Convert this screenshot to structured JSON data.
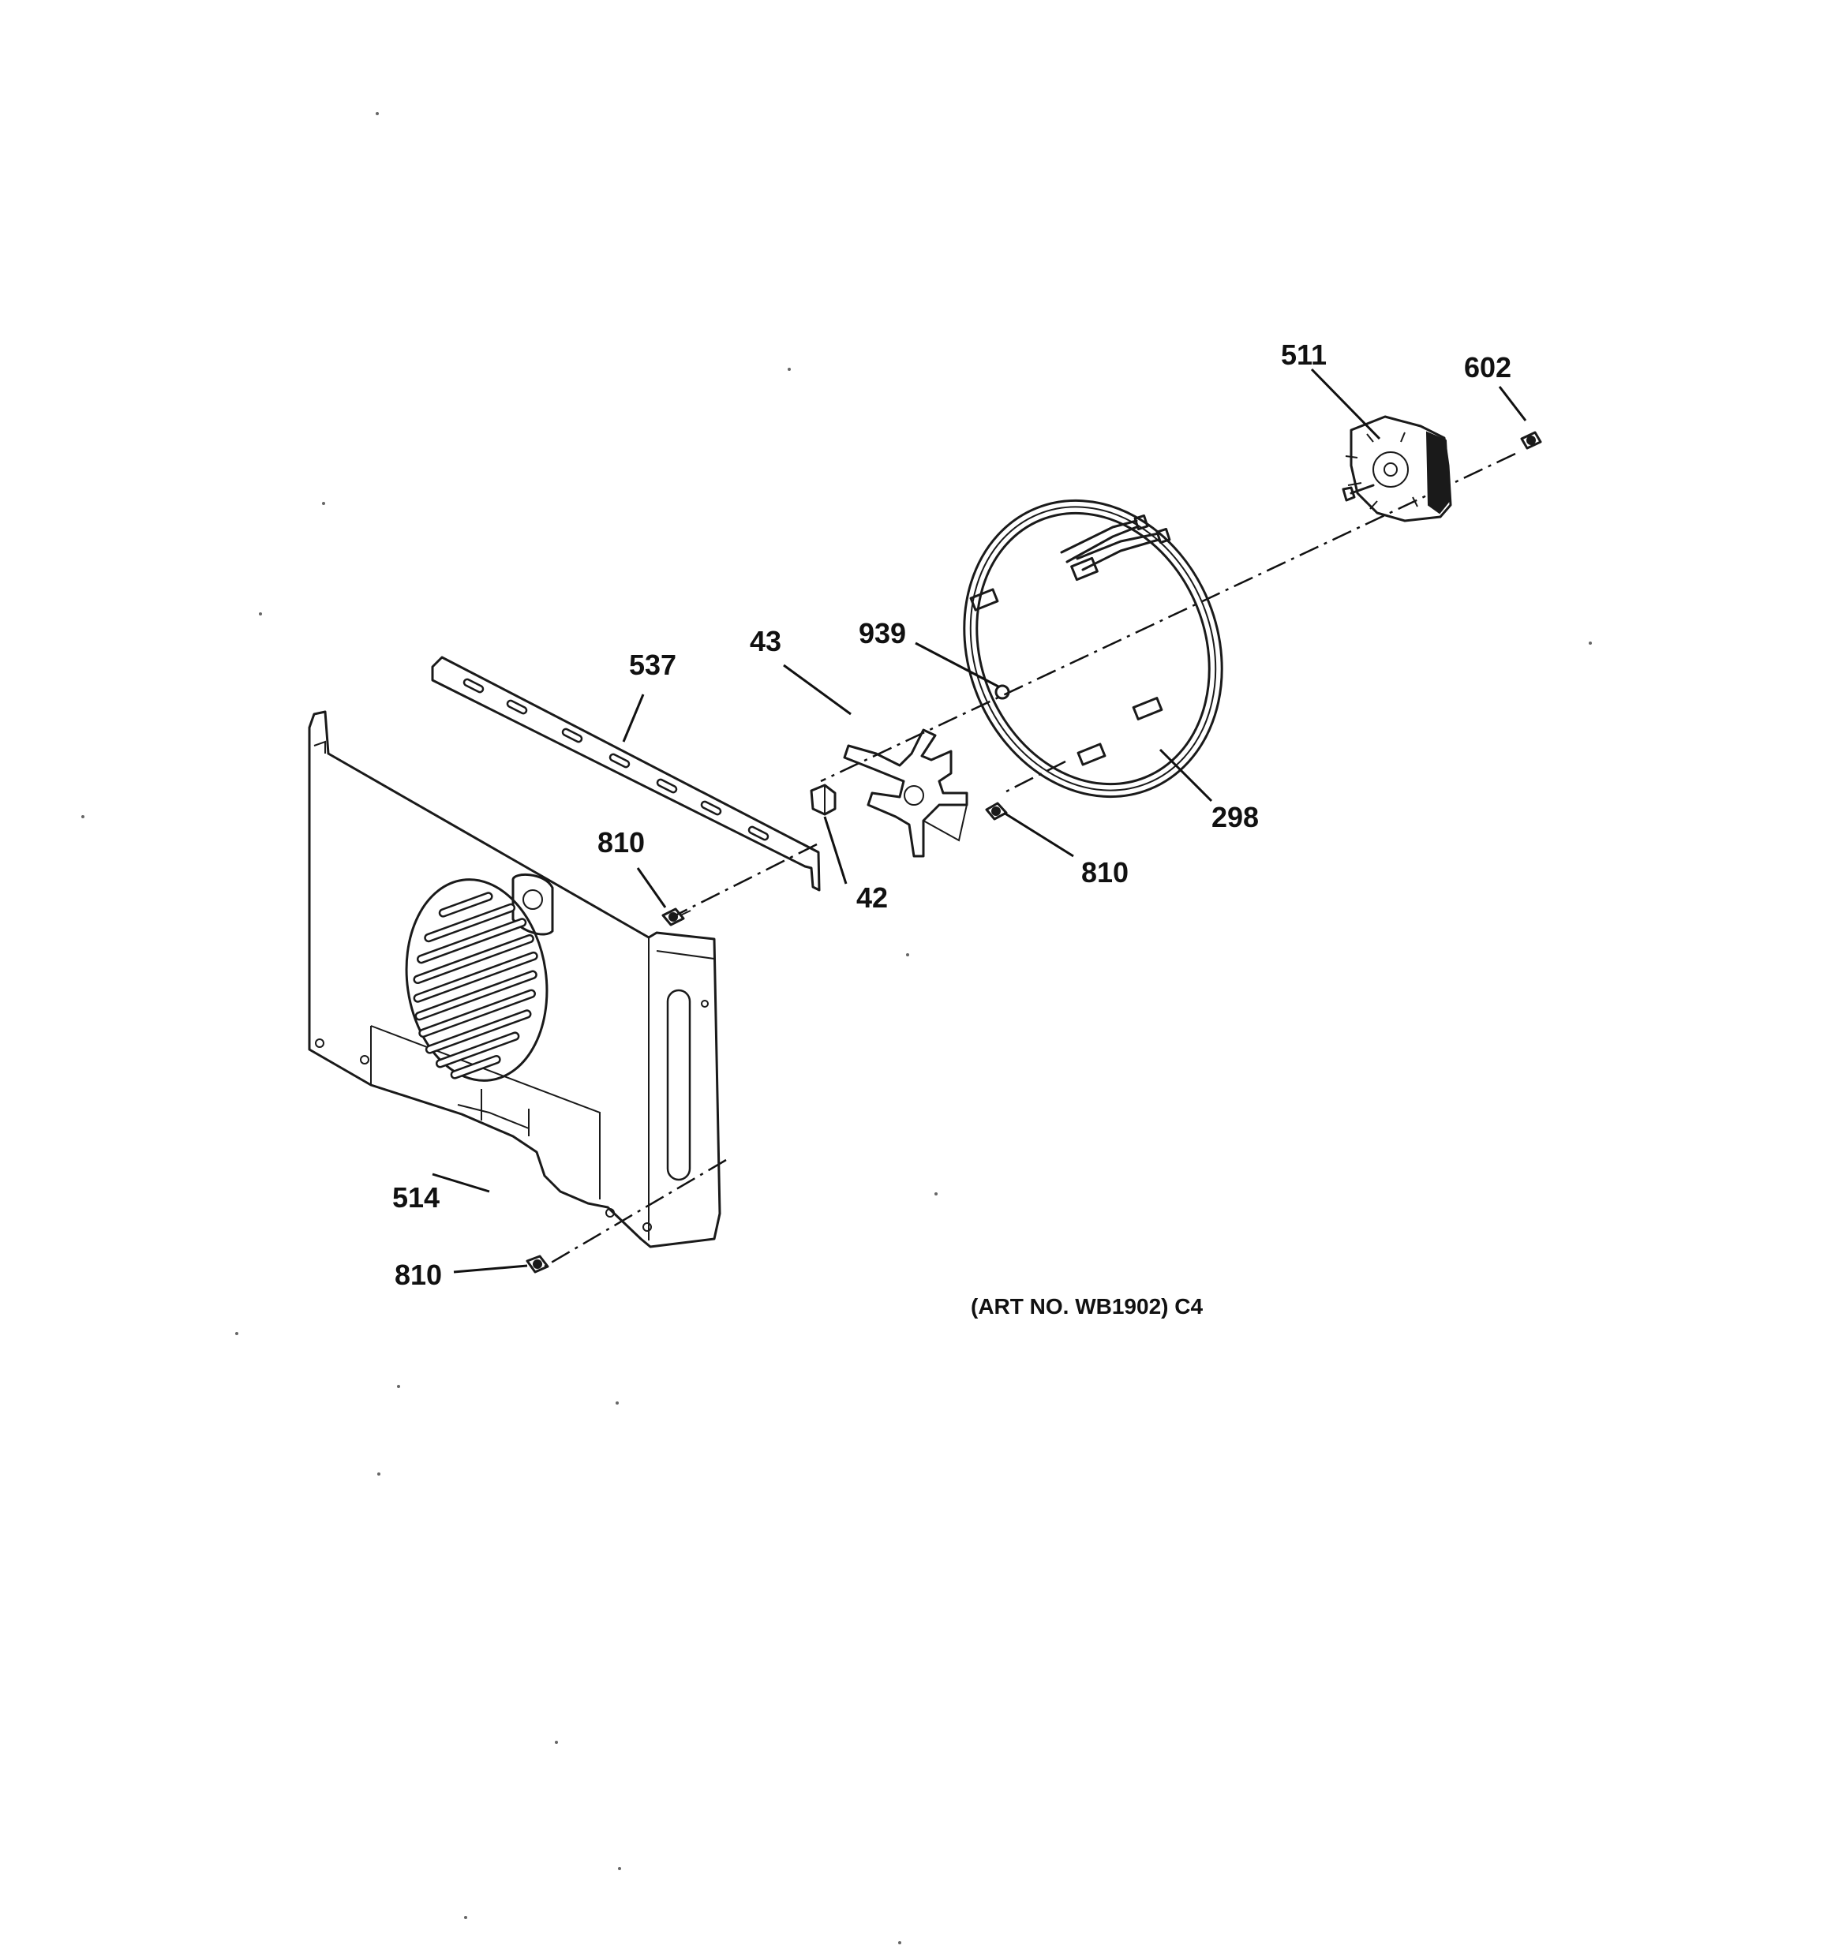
{
  "diagram": {
    "art_number": "(ART NO. WB1902) C4",
    "callouts": [
      {
        "id": "511",
        "label": "511"
      },
      {
        "id": "602",
        "label": "602"
      },
      {
        "id": "537",
        "label": "537"
      },
      {
        "id": "43",
        "label": "43"
      },
      {
        "id": "939",
        "label": "939"
      },
      {
        "id": "298",
        "label": "298"
      },
      {
        "id": "810a",
        "label": "810"
      },
      {
        "id": "810b",
        "label": "810"
      },
      {
        "id": "810c",
        "label": "810"
      },
      {
        "id": "42",
        "label": "42"
      },
      {
        "id": "514",
        "label": "514"
      }
    ]
  }
}
